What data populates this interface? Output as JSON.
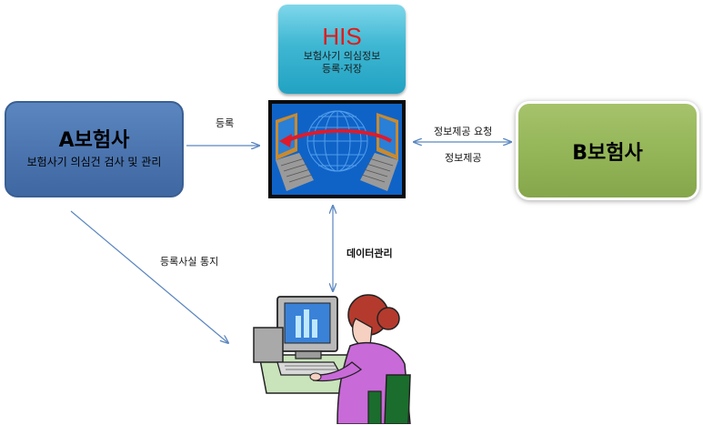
{
  "boxes": {
    "a": {
      "title": "A보험사",
      "subtitle": "보험사기 의심건 검사 및 관리"
    },
    "his": {
      "title": "HIS",
      "line1": "보험사기 의심정보",
      "line2": "등록·저장"
    },
    "b": {
      "title": "B보험사"
    }
  },
  "labels": {
    "register": "등록",
    "info_request": "정보제공 요청",
    "info_provide": "정보제공",
    "notify": "등록사실 통지",
    "data_management": "데이터관리"
  },
  "colors": {
    "box_a": "#4f7ab5",
    "box_his": "#33aecd",
    "box_b": "#93b457",
    "his_title": "#e01a1a",
    "arrow": "#5b86c0"
  },
  "icons": {
    "center": "computer-network-icon",
    "bottom": "person-at-computer-icon"
  }
}
